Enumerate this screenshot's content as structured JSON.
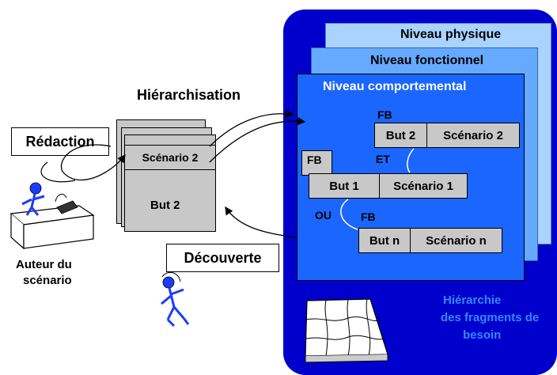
{
  "levels": {
    "physical": "Niveau physique",
    "functional": "Niveau fonctionnel",
    "behavioral": "Niveau comportemental"
  },
  "labels": {
    "hierarchisation": "Hiérarchisation",
    "redaction": "Rédaction",
    "decouverte": "Découverte",
    "author": [
      "Auteur du",
      "scénario"
    ],
    "hierarchy": [
      "Hiérarchie",
      "des fragments de",
      "besoin"
    ]
  },
  "stack": {
    "scenario": "Scénario 2",
    "goal": "But 2"
  },
  "fragments": {
    "fb_top": "FB",
    "goal2": "But 2",
    "scenario2": "Scénario 2",
    "fb_mid": "FB",
    "et": "ET",
    "goal1": "But 1",
    "scenario1": "Scénario 1",
    "ou": "OU",
    "fb_bottom": "FB",
    "goaln": "But n",
    "scenarion": "Scénario n"
  },
  "colors": {
    "navy": "#0000cc",
    "physical": "#aad4ff",
    "functional": "#66aaff",
    "behavioral": "#1a66ff",
    "fragment": "#c8c8c8"
  }
}
